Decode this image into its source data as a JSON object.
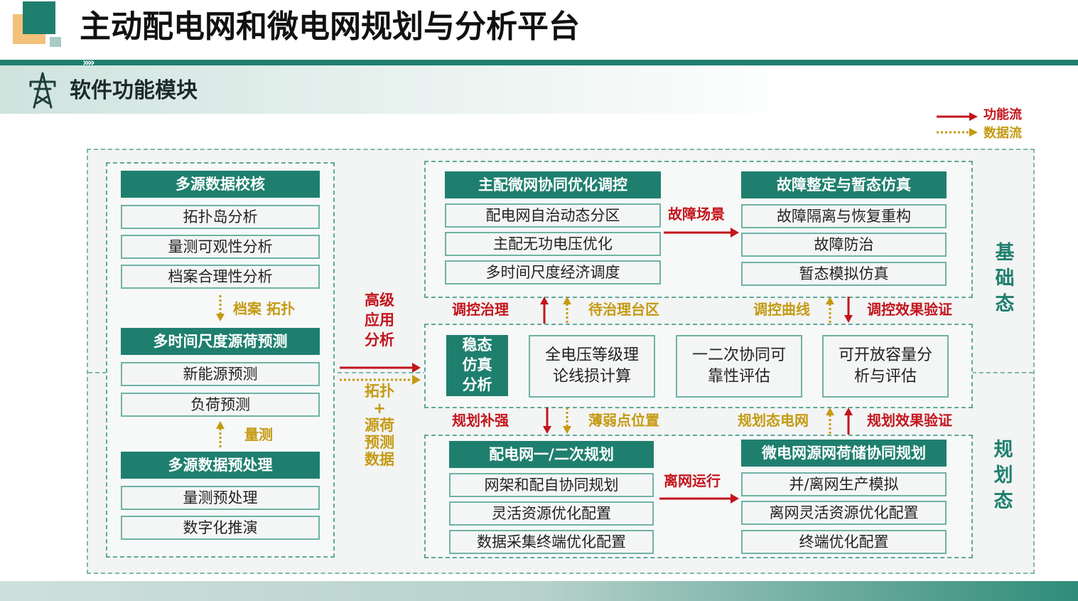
{
  "header": {
    "title": "主动配电网和微电网规划与分析平台",
    "section_title": "软件功能模块"
  },
  "legend": {
    "func_flow": "功能流",
    "data_flow": "数据流"
  },
  "left": {
    "block1": {
      "title": "多源数据校核",
      "items": [
        "拓扑岛分析",
        "量测可观性分析",
        "档案合理性分析"
      ]
    },
    "flow1": "档案 拓扑",
    "block2": {
      "title": "多时间尺度源荷预测",
      "items": [
        "新能源预测",
        "负荷预测"
      ]
    },
    "flow2": "量测",
    "block3": {
      "title": "多源数据预处理",
      "items": [
        "量测预处理",
        "数字化推演"
      ]
    }
  },
  "center": {
    "top_label": "高级\n应用\n分析",
    "bottom_label": "拓扑\n+\n源荷\n预测\n数据"
  },
  "top": {
    "left": {
      "title": "主配微网协同优化调控",
      "items": [
        "配电网自治动态分区",
        "主配无功电压优化",
        "多时间尺度经济调度"
      ]
    },
    "right": {
      "title": "故障整定与暂态仿真",
      "items": [
        "故障隔离与恢复重构",
        "故障防治",
        "暂态模拟仿真"
      ]
    },
    "link": "故障场景"
  },
  "upper_flow": {
    "l1": "调控治理",
    "l2": "待治理台区",
    "l3": "调控曲线",
    "l4": "调控效果验证"
  },
  "middle": {
    "label": "稳态\n仿真\n分析",
    "boxes": [
      "全电压等级理\n论线损计算",
      "一二次协同可\n靠性评估",
      "可开放容量分\n析与评估"
    ]
  },
  "lower_flow": {
    "l1": "规划补强",
    "l2": "薄弱点位置",
    "l3": "规划态电网",
    "l4": "规划效果验证"
  },
  "bottom": {
    "left": {
      "title": "配电网一/二次规划",
      "items": [
        "网架和配自协同规划",
        "灵活资源优化配置",
        "数据采集终端优化配置"
      ]
    },
    "right": {
      "title": "微电网源网荷储协同规划",
      "items": [
        "并/离网生产模拟",
        "离网灵活资源优化配置",
        "终端优化配置"
      ]
    },
    "link": "离网运行"
  },
  "side": {
    "upper": "基\n础\n态",
    "lower": "规\n划\n态"
  }
}
